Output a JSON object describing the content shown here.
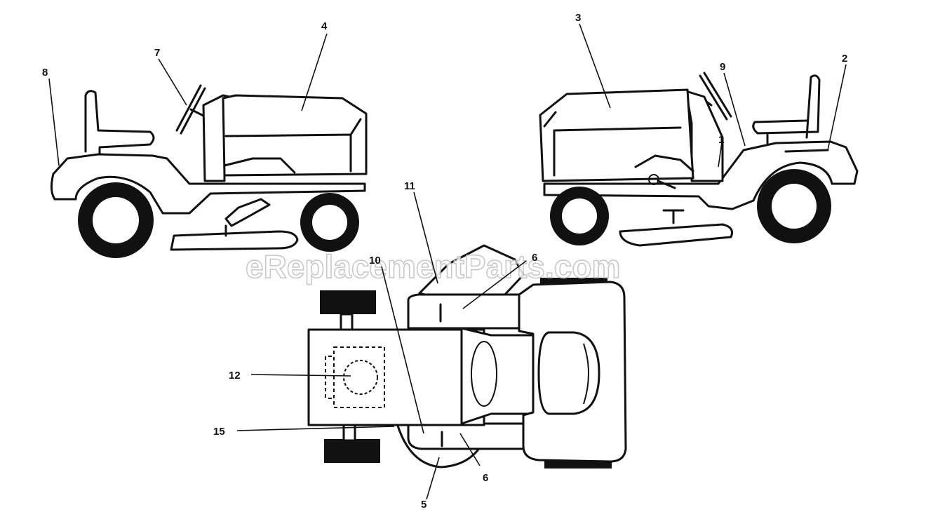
{
  "callouts": {
    "c1": "1",
    "c2": "2",
    "c3": "3",
    "c4": "4",
    "c5": "5",
    "c6a": "6",
    "c6b": "6",
    "c7": "7",
    "c8": "8",
    "c9": "9",
    "c10": "10",
    "c11": "11",
    "c12": "12",
    "c15": "15"
  },
  "watermark": "eReplacementParts.com",
  "colors": {
    "line": "#111111",
    "background": "#ffffff",
    "watermark_outline": "#bdbdbd"
  }
}
